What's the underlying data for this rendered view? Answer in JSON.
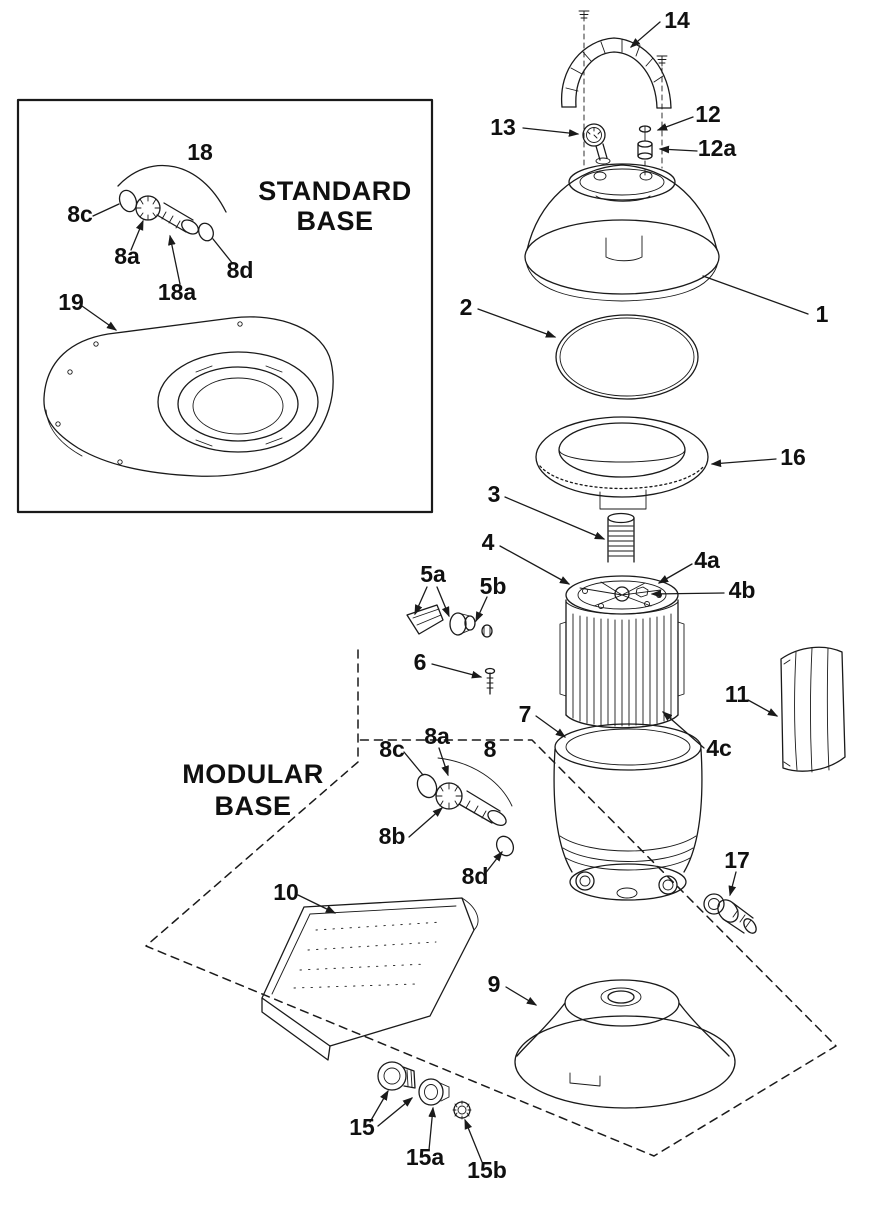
{
  "diagram": {
    "sections": {
      "standard_base": {
        "line1": "STANDARD",
        "line2": "BASE"
      },
      "modular_base": {
        "line1": "MODULAR",
        "line2": "BASE"
      }
    },
    "callouts": {
      "n1": "1",
      "n2": "2",
      "n3": "3",
      "n4": "4",
      "n4a": "4a",
      "n4b": "4b",
      "n4c": "4c",
      "n5a": "5a",
      "n5b": "5b",
      "n6": "6",
      "n7": "7",
      "n8": "8",
      "n8a": "8a",
      "n8b": "8b",
      "n8c": "8c",
      "n8d": "8d",
      "n9": "9",
      "n10": "10",
      "n11": "11",
      "n12": "12",
      "n12a": "12a",
      "n13": "13",
      "n14": "14",
      "n15": "15",
      "n15a": "15a",
      "n15b": "15b",
      "n16": "16",
      "n17": "17",
      "n18": "18",
      "n18a": "18a",
      "n19": "19"
    },
    "colors": {
      "line": "#1a1a1a",
      "background": "#ffffff"
    }
  }
}
